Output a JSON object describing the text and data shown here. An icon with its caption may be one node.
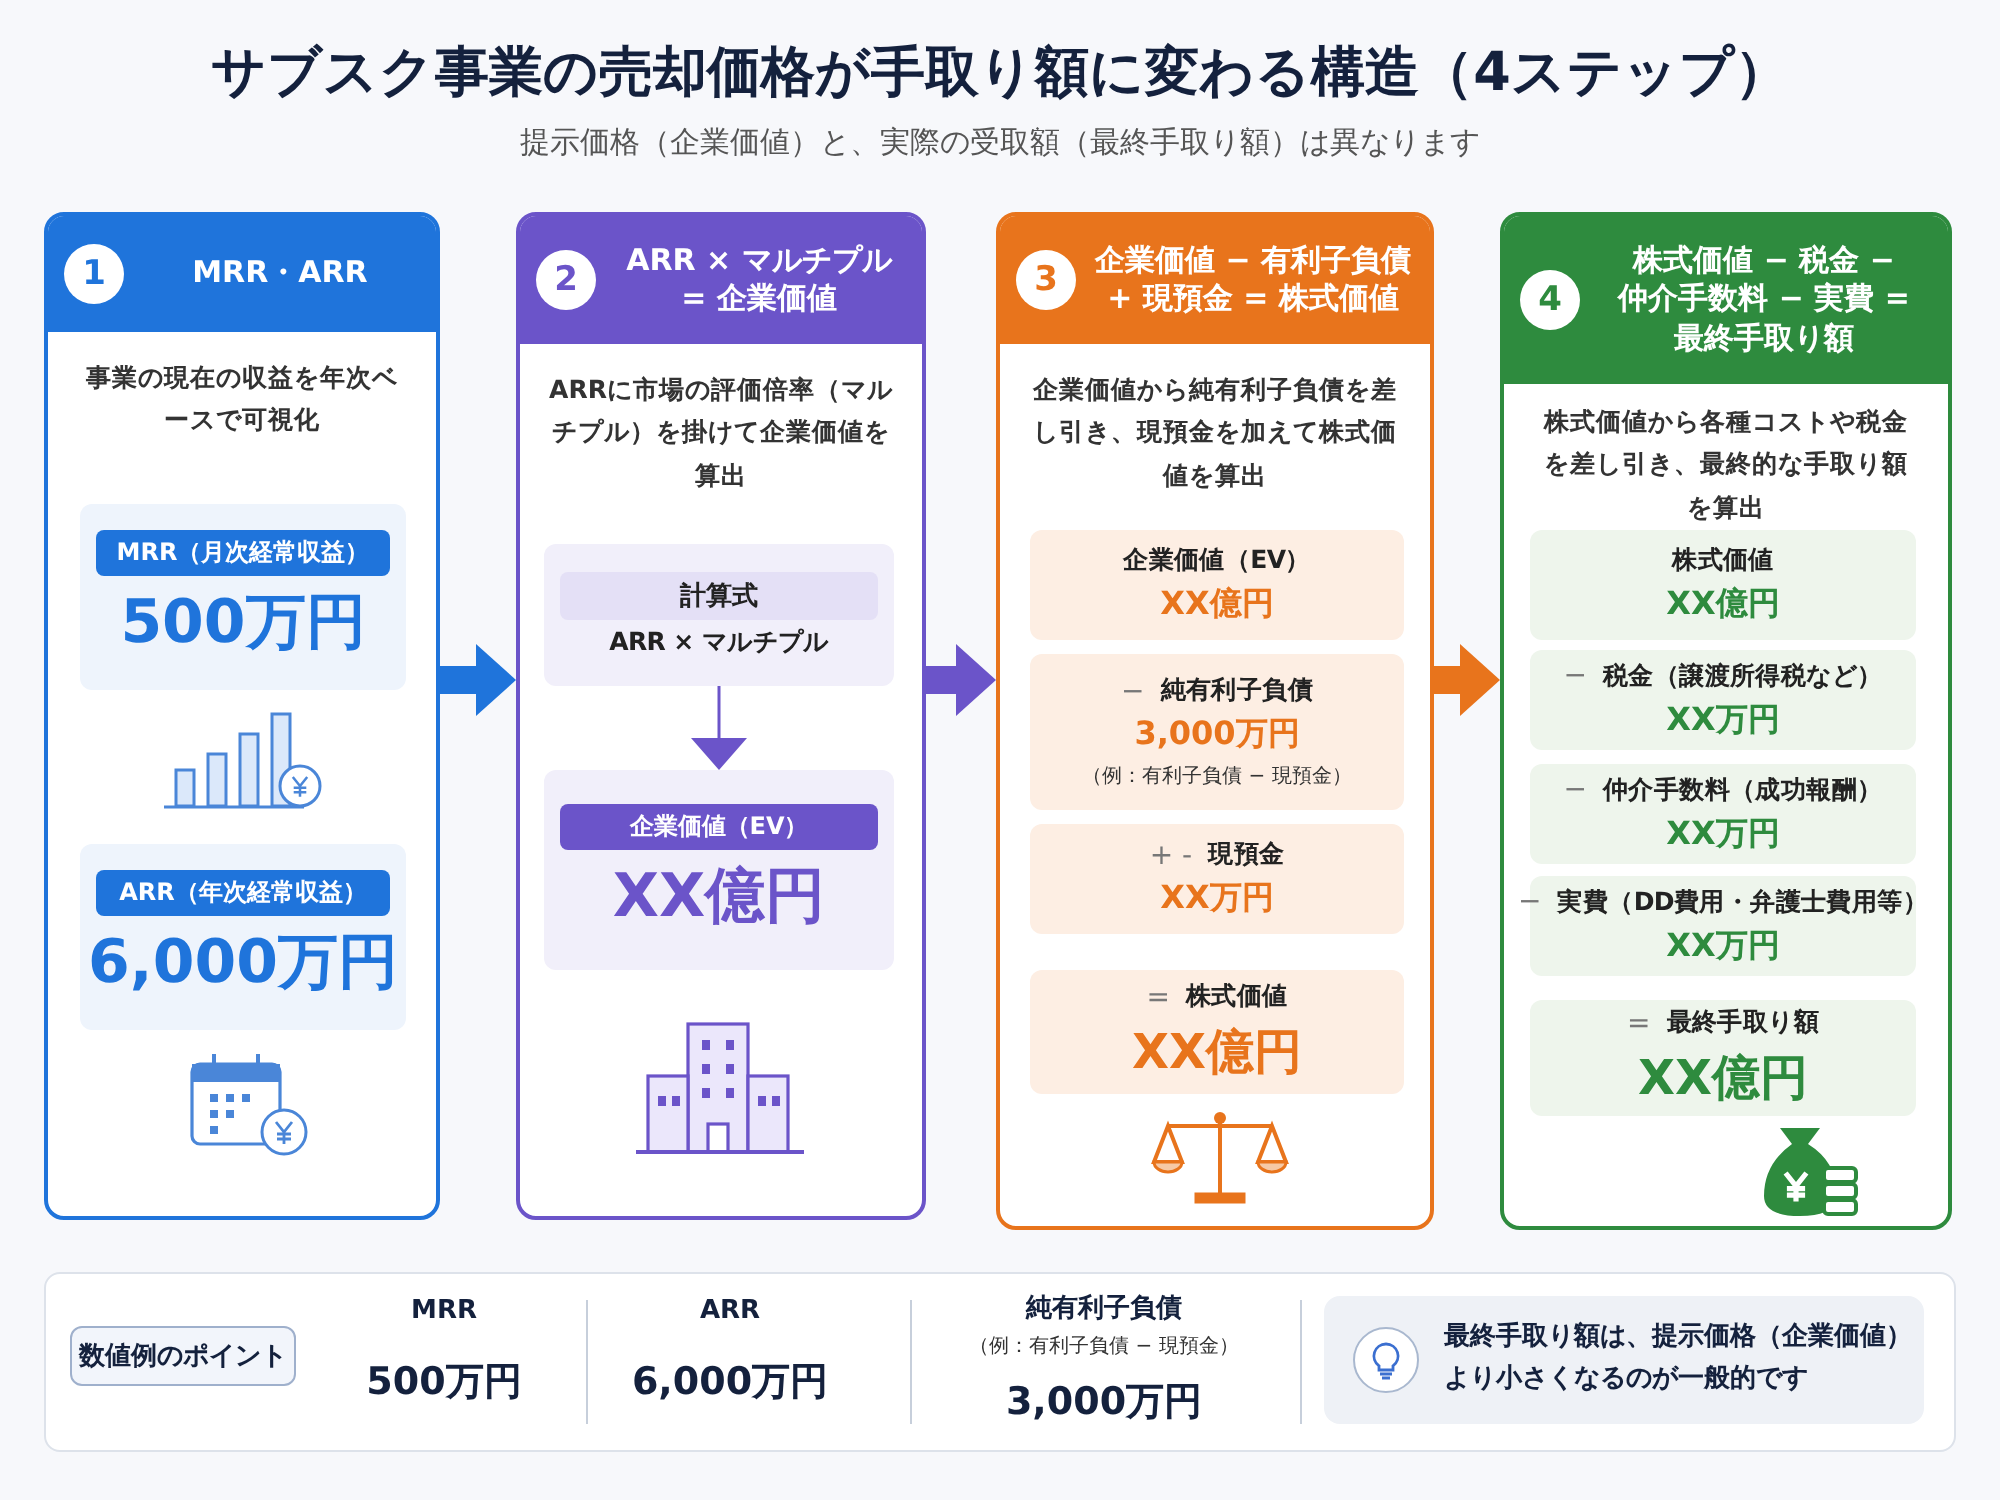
{
  "diagram": {
    "title": "サブスク事業の売却価格が手取り額に変わる構造（4ステップ）",
    "nodes": [
      {
        "text": [
          "1",
          "MRR・ARR",
          "事業の現在の収益を年次ベースで可視化"
        ]
      },
      {
        "text": [
          "MRR（月次経常収益）",
          "500万円"
        ],
        "in": 0
      },
      {
        "text": [
          "ARR（年次経常収益）",
          "6,000万円"
        ],
        "in": 0
      },
      {
        "text": [
          "2",
          "ARR × マルチプル = 企業価値",
          "ARRに市場の評価倍率（マルチプル）を掛けて企業価値を算出"
        ]
      },
      {
        "text": [
          "計算式",
          "ARR × マルチプル"
        ],
        "in": 3
      },
      {
        "text": [
          "企業価値（EV）",
          "XX億円"
        ],
        "in": 3
      },
      {
        "text": [
          "3",
          "企業価値 − 有利子負債 + 現預金 = 株式価値",
          "企業価値から純有利子負債を差し引き、現預金を加えて株式価値を算出"
        ]
      },
      {
        "text": [
          "企業価値（EV）",
          "XX億円"
        ],
        "in": 6
      },
      {
        "text": [
          "−",
          "純有利子負債",
          "3,000万円",
          "（例：有利子負債 − 現預金）"
        ],
        "in": 6
      },
      {
        "text": [
          "+ -",
          "現預金",
          "XX万円"
        ],
        "in": 6
      },
      {
        "text": [
          "=",
          "株式価値",
          "XX億円"
        ],
        "in": 6
      },
      {
        "text": [
          "4",
          "株式価値 − 税金 − 仲介手数料 − 実費 = 最終手取り額",
          "株式価値から各種コストや税金を差し引き、最終的な手取り額を算出"
        ]
      },
      {
        "text": [
          "株式価値",
          "XX億円"
        ],
        "in": 11
      },
      {
        "text": [
          "−",
          "税金（譲渡所得税など）",
          "XX万円"
        ],
        "in": 11
      },
      {
        "text": [
          "−",
          "仲介手数料（成功報酬）",
          "XX万円"
        ],
        "in": 11
      },
      {
        "text": [
          "−",
          "実費（DD費用・弁護士費用等）",
          "XX万円"
        ],
        "in": 11
      },
      {
        "text": [
          "=",
          "最終手取り額",
          "XX億円"
        ],
        "in": 11
      },
      {
        "text": [
          "数値例のポイント"
        ]
      },
      {
        "text": [
          "最終手取り額は、提示価格（企業価値）より小さくなるのが一般的です"
        ]
      }
    ],
    "edges": [
      {
        "from": 0,
        "to": 3,
        "arrow": "to",
        "color": "#1f74db"
      },
      {
        "from": 4,
        "to": 5,
        "arrow": "to",
        "color": "#6b54c9"
      },
      {
        "from": 3,
        "to": 6,
        "arrow": "to",
        "color": "#6b54c9"
      },
      {
        "from": 6,
        "to": 11,
        "arrow": "to",
        "color": "#e8741c"
      }
    ],
    "labels": [
      "提示価格（企業価値）と、実際の受取額（最終手取り額）は異なります",
      "MRR",
      "500万円",
      "ARR",
      "6,000万円",
      "純有利子負債",
      "（例：有利子負債 − 現預金）",
      "3,000万円"
    ]
  }
}
